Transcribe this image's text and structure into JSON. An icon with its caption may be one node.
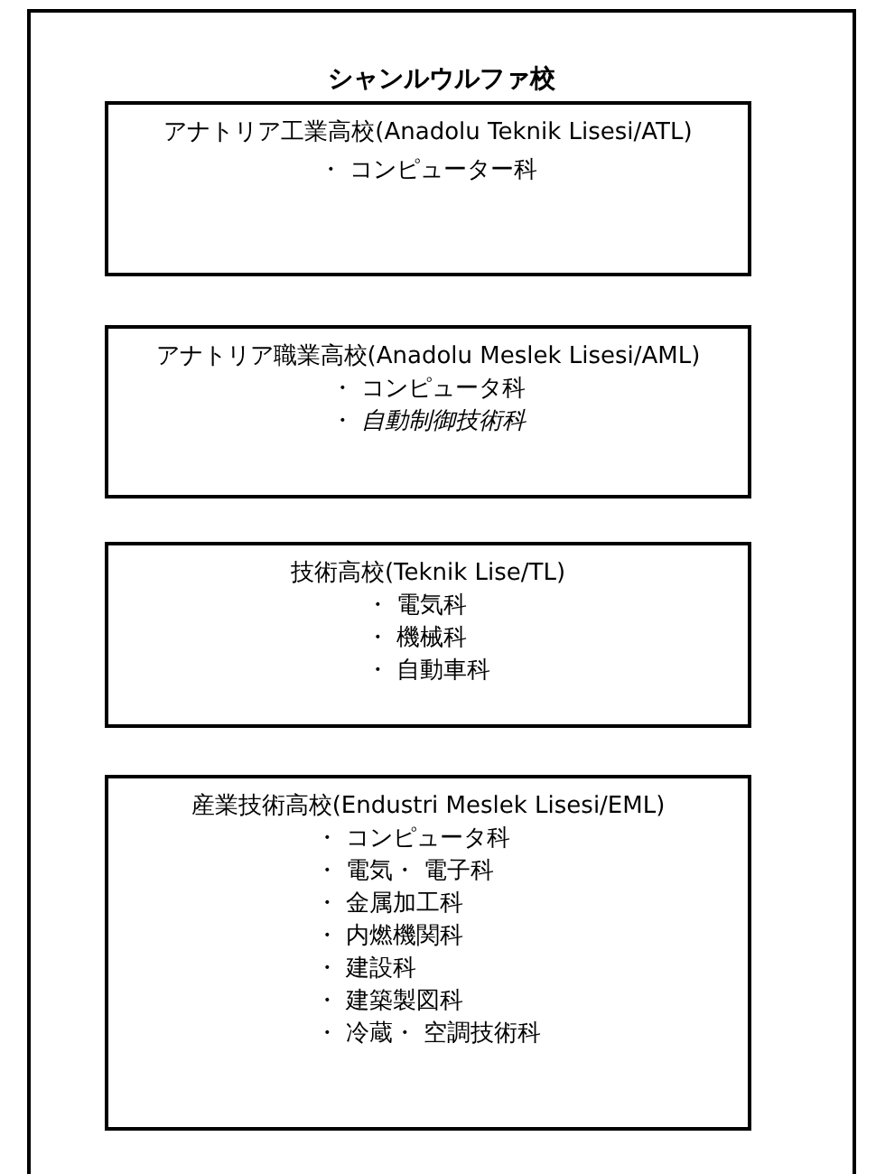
{
  "diagram": {
    "nodes": [
      {
        "text": [
          "シャンルウルファ校"
        ]
      },
      {
        "text": [
          "アナトリア工業高校(Anadolu Teknik Lisesi/ATL)",
          "・ コンピューター科"
        ],
        "in": 0
      },
      {
        "text": [
          "アナトリア職業高校(Anadolu Meslek Lisesi/AML)",
          "・ コンピュータ科",
          "・ *自動制御技術科*"
        ],
        "in": 0
      },
      {
        "text": [
          "技術高校(Teknik Lise/TL)",
          "・ 電気科",
          "・ 機械科",
          "・ 自動車科"
        ],
        "in": 0
      },
      {
        "text": [
          "産業技術高校(Endustri Meslek Lisesi/EML)",
          "・ コンピュータ科",
          "・ 電気・ 電子科",
          "・ 金属加工科",
          "・ 内燃機関科",
          "・ 建設科",
          "・ 建築製図科",
          "・ 冷蔵・ 空調技術科"
        ],
        "in": 0
      }
    ]
  }
}
